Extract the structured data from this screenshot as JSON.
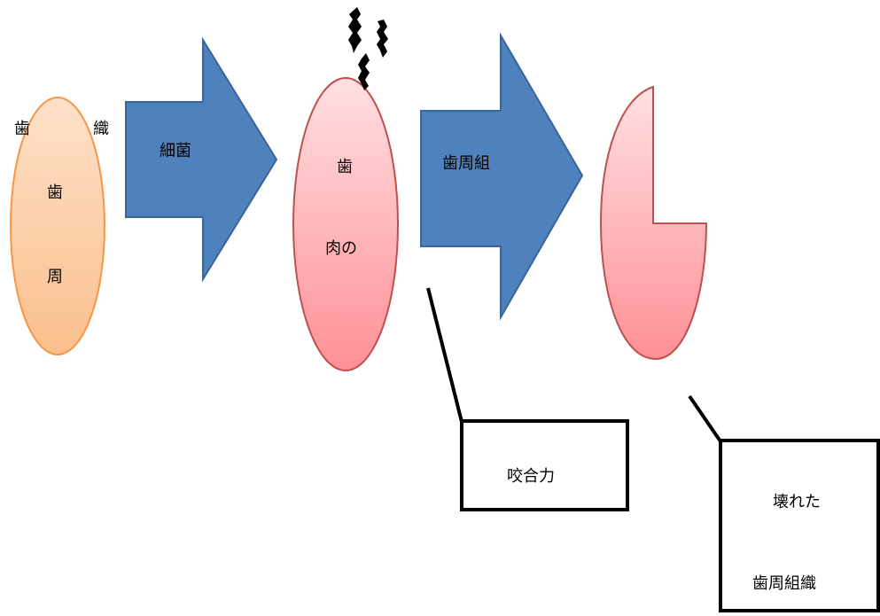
{
  "diagram": {
    "heading_left": "歯",
    "heading_right": "織",
    "ellipse1": {
      "line1": "歯",
      "line2": "周"
    },
    "arrow1": {
      "label": "細菌"
    },
    "ellipse2": {
      "line1": "歯",
      "line2": "肉の"
    },
    "arrow2": {
      "label": "歯周組"
    },
    "callout1": {
      "text": "咬合力"
    },
    "callout2": {
      "line1": "壊れた",
      "line2": "歯周組織"
    },
    "colors": {
      "arrow_fill": "#4f81bd",
      "arrow_stroke": "#3a6598",
      "orange_top": "#fde1c8",
      "orange_bottom": "#fbbf8d",
      "orange_stroke": "#f79646",
      "pink_top": "#ffe0e2",
      "pink_bottom": "#ff9096",
      "pink_stroke": "#c0504d"
    }
  }
}
